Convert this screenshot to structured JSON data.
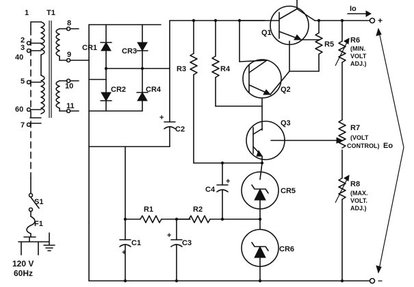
{
  "labels": {
    "transformer": "T1",
    "pin1": "1",
    "pin2": "2",
    "pin3": "3",
    "pin40": "40",
    "pin5": "5",
    "pin60": "60",
    "pin7": "7",
    "pin8": "8",
    "pin9": "9",
    "pin10": "10",
    "pin11": "11",
    "cr1": "CR1",
    "cr2": "CR2",
    "cr3": "CR3",
    "cr4": "CR4",
    "c2": "C2",
    "c2_pol": "+",
    "r3": "R3",
    "r4": "R4",
    "q1": "Q1",
    "q2": "Q2",
    "q3": "Q3",
    "r5": "R5",
    "r6_a": "R6",
    "r6_b": "(MIN.",
    "r6_c": "VOLT",
    "r6_d": "ADJ.)",
    "r7_a": "R7",
    "r7_b": "(VOLT",
    "r7_c": "CONTROL)",
    "r8_a": "R8",
    "r8_b": "(MAX.",
    "r8_c": "VOLT.",
    "r8_d": "ADJ.)",
    "c4": "C4",
    "c4_pol": "+",
    "cr5": "CR5",
    "cr6": "CR6",
    "r1": "R1",
    "r2": "R2",
    "c1": "C1",
    "c1_pol": "+",
    "c3": "C3",
    "c3_pol": "+",
    "s1": "S1",
    "f1": "F1",
    "mains_v": "120 V",
    "mains_f": "60Hz",
    "io": "Io",
    "eo": "Eo",
    "plus": "+",
    "minus": "−"
  }
}
